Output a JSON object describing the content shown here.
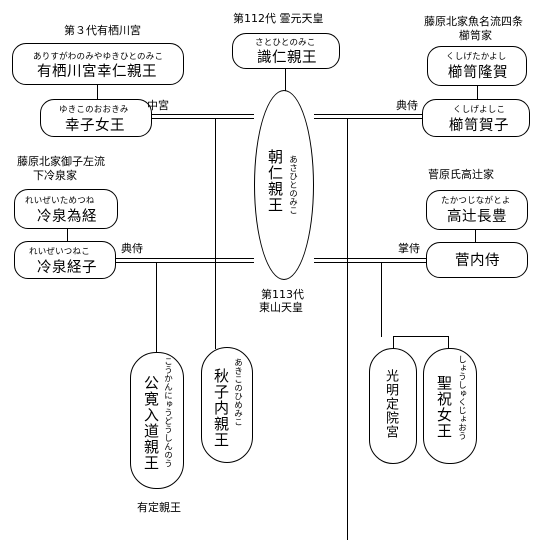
{
  "nodes": {
    "satohito": {
      "heading": "第112代 霊元天皇",
      "ruby": "さとひとのみこ",
      "name": "識仁親王"
    },
    "arisugawa": {
      "heading": "第３代有栖川宮",
      "ruby": "ありすがわのみやゆきひとのみこ",
      "name": "有栖川宮幸仁親王"
    },
    "kushige_takayoshi": {
      "heading": "藤原北家魚名流四条",
      "heading2": "櫛笥家",
      "ruby": "くしげたかよし",
      "name": "櫛笥隆賀"
    },
    "yukiko": {
      "ruby": "ゆきこのおおきみ",
      "name": "幸子女王"
    },
    "kushige_yoshiko": {
      "ruby": "くしげよしこ",
      "name": "櫛笥賀子"
    },
    "asahito": {
      "ruby": "あさひとのみこ",
      "name": "朝仁親王",
      "reign": "第113代",
      "title": "東山天皇"
    },
    "reizei_tamenori": {
      "heading": "藤原北家御子左流",
      "heading2": "下冷泉家",
      "ruby": "れいぜいためつね",
      "name": "冷泉為経"
    },
    "reizei_tsuneko": {
      "ruby": "れいぜいつねこ",
      "name": "冷泉経子"
    },
    "takatsuji": {
      "heading": "菅原氏高辻家",
      "ruby": "たかつじながとよ",
      "name": "高辻長豊"
    },
    "sugainaishi": {
      "name": "菅内侍"
    },
    "kokan": {
      "ruby": "こうかんにゅうどうしんのう",
      "name": "公寛入道親王",
      "note": "有定親王"
    },
    "akiko": {
      "ruby": "あきこのひめみこ",
      "name": "秋子内親王"
    },
    "komyojo": {
      "name": "光明定院宮"
    },
    "shoshuku": {
      "ruby": "しょうしゅくじょおう",
      "name": "聖祝女王"
    }
  },
  "relations": {
    "chugu": "中宮",
    "tenji_right": "典侍",
    "tenji_left": "典侍",
    "shoji": "掌侍"
  }
}
